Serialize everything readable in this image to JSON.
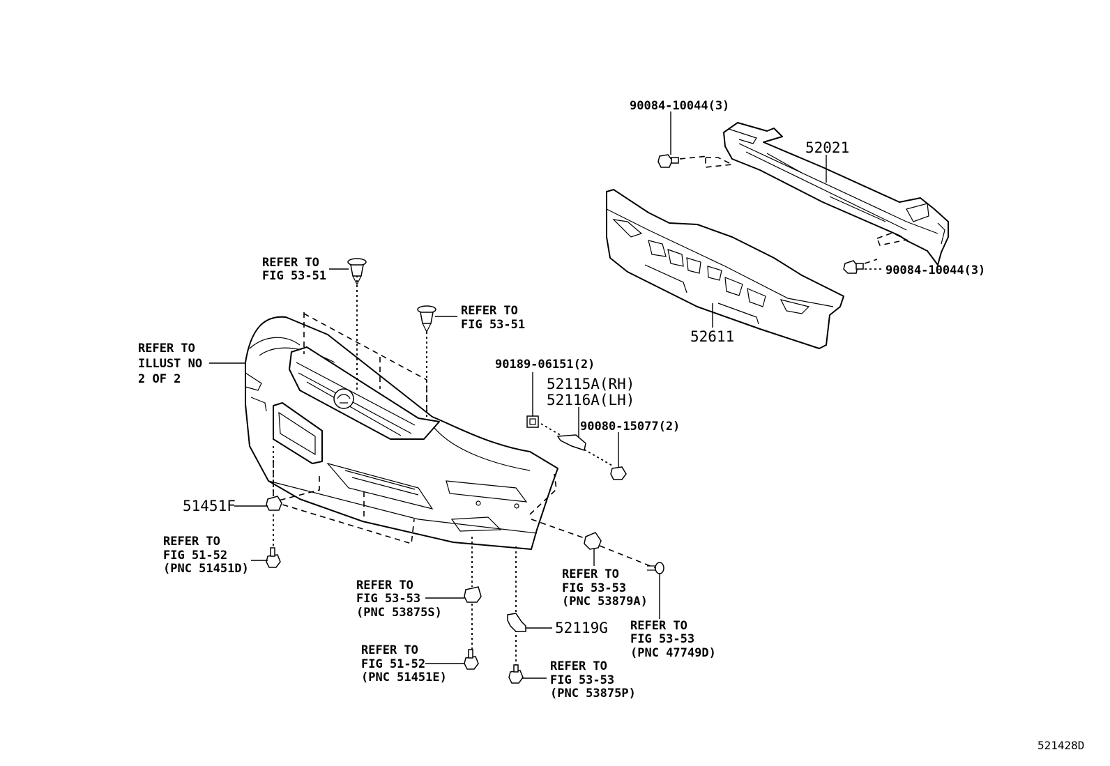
{
  "figure_code": "521428D",
  "parts": {
    "bolt_upper": "90084-10044(3)",
    "reinforcement": "52021",
    "bolt_right": "90084-10044(3)",
    "absorber": "52611",
    "nut_90189": "90189-06151(2)",
    "bracket_rh": "52115A(RH)",
    "bracket_lh": "52116A(LH)",
    "screw_90080": "90080-15077(2)",
    "clip_51451f": "51451F",
    "bracket_52119g": "52119G"
  },
  "refs": {
    "top_clip": [
      "REFER TO",
      "FIG 53-51"
    ],
    "mid_clip": [
      "REFER TO",
      "FIG 53-51"
    ],
    "illust": [
      "REFER TO",
      "ILLUST NO",
      "2 OF 2"
    ],
    "fig5152_d": [
      "REFER TO",
      "FIG 51-52",
      "(PNC 51451D)"
    ],
    "fig5353_s": [
      "REFER TO",
      "FIG 53-53",
      "(PNC 53875S)"
    ],
    "fig5152_e": [
      "REFER TO",
      "FIG 51-52",
      "(PNC 51451E)"
    ],
    "fig5353_a": [
      "REFER TO",
      "FIG 53-53",
      "(PNC 53879A)"
    ],
    "fig5353_d": [
      "REFER TO",
      "FIG 53-53",
      "(PNC 47749D)"
    ],
    "fig5353_p": [
      "REFER TO",
      "FIG 53-53",
      "(PNC 53875P)"
    ]
  }
}
